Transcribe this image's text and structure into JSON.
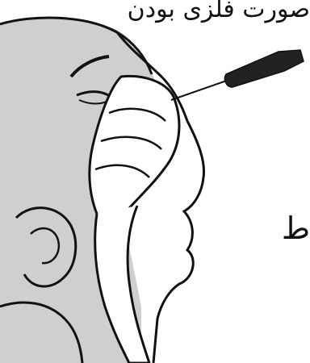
{
  "caption_top": "صورت فلزی بودن",
  "caption_side": "ط",
  "illustration": {
    "subject": "head profile with nasal cavity and nasal spray applicator",
    "icon": "nasal-spray-illustration"
  }
}
